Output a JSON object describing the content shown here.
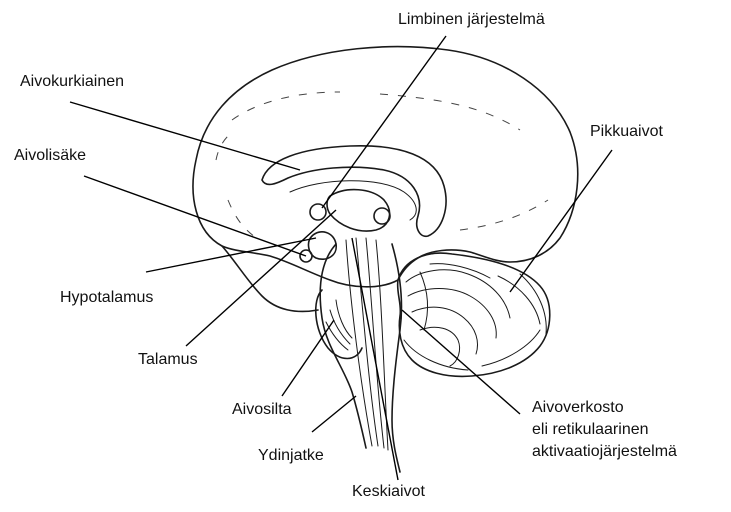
{
  "labels": {
    "limbinen": "Limbinen järjestelmä",
    "aivokurkiainen": "Aivokurkiainen",
    "aivolisake": "Aivolisäke",
    "pikkuaivot": "Pikkuaivot",
    "hypotalamus": "Hypotalamus",
    "talamus": "Talamus",
    "aivosilta": "Aivosilta",
    "ydinjatke": "Ydinjatke",
    "keskiaivot": "Keskiaivot",
    "aivoverkosto_1": "Aivoverkosto",
    "aivoverkosto_2": "eli retikulaarinen",
    "aivoverkosto_3": "aktivaatiojärjestelmä"
  },
  "colors": {
    "ink": "#1a1a1a",
    "background": "#ffffff"
  }
}
